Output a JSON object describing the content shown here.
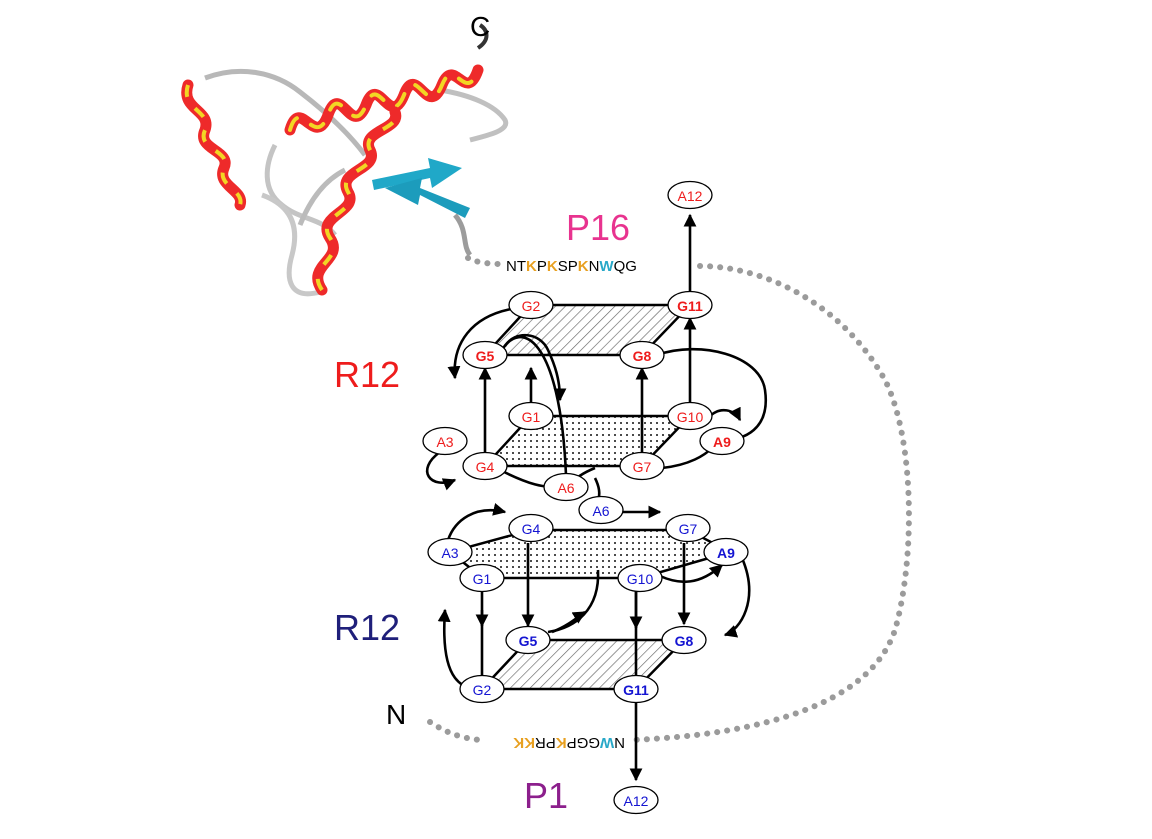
{
  "labels": {
    "c_terminus": "C",
    "n_terminus": "N",
    "p16": "P16",
    "p1": "P1",
    "r12_upper": "R12",
    "r12_lower": "R12"
  },
  "sequences": {
    "p16": [
      {
        "t": "NT",
        "c": "black"
      },
      {
        "t": "K",
        "c": "orange"
      },
      {
        "t": "P",
        "c": "black"
      },
      {
        "t": "K",
        "c": "orange"
      },
      {
        "t": "SP",
        "c": "black"
      },
      {
        "t": "K",
        "c": "orange"
      },
      {
        "t": "N",
        "c": "black"
      },
      {
        "t": "W",
        "c": "cyan"
      },
      {
        "t": "QG",
        "c": "black"
      }
    ],
    "p1": [
      {
        "t": "N",
        "c": "black"
      },
      {
        "t": "W",
        "c": "cyan"
      },
      {
        "t": "GGP",
        "c": "black"
      },
      {
        "t": "K",
        "c": "orange"
      },
      {
        "t": "PR",
        "c": "black"
      },
      {
        "t": "K",
        "c": "orange"
      },
      {
        "t": "K",
        "c": "orange"
      }
    ]
  },
  "upper_quad": {
    "color": "red",
    "nodes": {
      "A12": "A12",
      "G2": "G2",
      "G11": "G11",
      "G5": "G5",
      "G8": "G8",
      "G1": "G1",
      "G10": "G10",
      "A3": "A3",
      "A9": "A9",
      "G4": "G4",
      "G7": "G7",
      "A6": "A6"
    },
    "bold": [
      "G11",
      "G5",
      "G8",
      "A9"
    ]
  },
  "lower_quad": {
    "color": "blue",
    "nodes": {
      "A6": "A6",
      "G4": "G4",
      "G7": "G7",
      "A3": "A3",
      "A9": "A9",
      "G1": "G1",
      "G10": "G10",
      "G5": "G5",
      "G8": "G8",
      "G2": "G2",
      "G11": "G11",
      "A12": "A12"
    },
    "bold": [
      "A9",
      "G5",
      "G8",
      "G11"
    ]
  },
  "colors": {
    "red": "#ee1c1c",
    "blue": "#1414d2",
    "pink": "#e8338f",
    "purple": "#8c1f8c",
    "navy": "#1f1f7a",
    "orange": "#e8a020",
    "cyan": "#28a8c8",
    "dots": "#9b9b9b"
  }
}
